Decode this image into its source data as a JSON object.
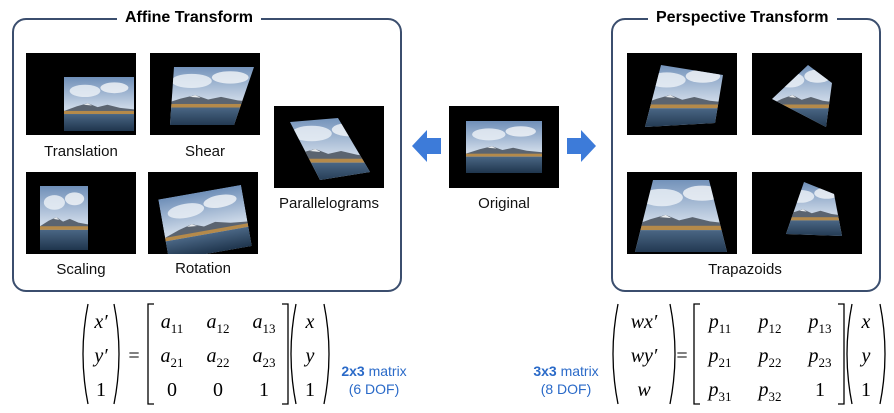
{
  "affine": {
    "title": "Affine Transform",
    "labels": {
      "translation": "Translation",
      "shear": "Shear",
      "scaling": "Scaling",
      "rotation": "Rotation",
      "parallelograms": "Parallelograms"
    }
  },
  "perspective": {
    "title": "Perspective Transform",
    "labels": {
      "trapazoids": "Trapazoids"
    }
  },
  "original": {
    "label": "Original"
  },
  "colors": {
    "border": "#3b4e6e",
    "arrow": "#3d7bd9",
    "note": "#2a6ac8",
    "sky": "#9fb8d6",
    "water": "#2f4a6a",
    "land": "#b58a4a"
  },
  "affine_matrix": {
    "lhs": [
      "x′",
      "y′",
      "1"
    ],
    "entries": [
      [
        "a11",
        "a12",
        "a13"
      ],
      [
        "a21",
        "a22",
        "a23"
      ],
      [
        "0",
        "0",
        "1"
      ]
    ],
    "rhs": [
      "x",
      "y",
      "1"
    ],
    "size": "2x3",
    "word": "matrix",
    "dof": "(6 DOF)"
  },
  "perspective_matrix": {
    "lhs": [
      "wx′",
      "wy′",
      "w"
    ],
    "entries": [
      [
        "p11",
        "p12",
        "p13"
      ],
      [
        "p21",
        "p22",
        "p23"
      ],
      [
        "p31",
        "p32",
        "1"
      ]
    ],
    "rhs": [
      "x",
      "y",
      "1"
    ],
    "size": "3x3",
    "word": "matrix",
    "dof": "(8 DOF)"
  },
  "icons": {
    "left_arrow": "arrow-left-icon",
    "right_arrow": "arrow-right-icon"
  }
}
